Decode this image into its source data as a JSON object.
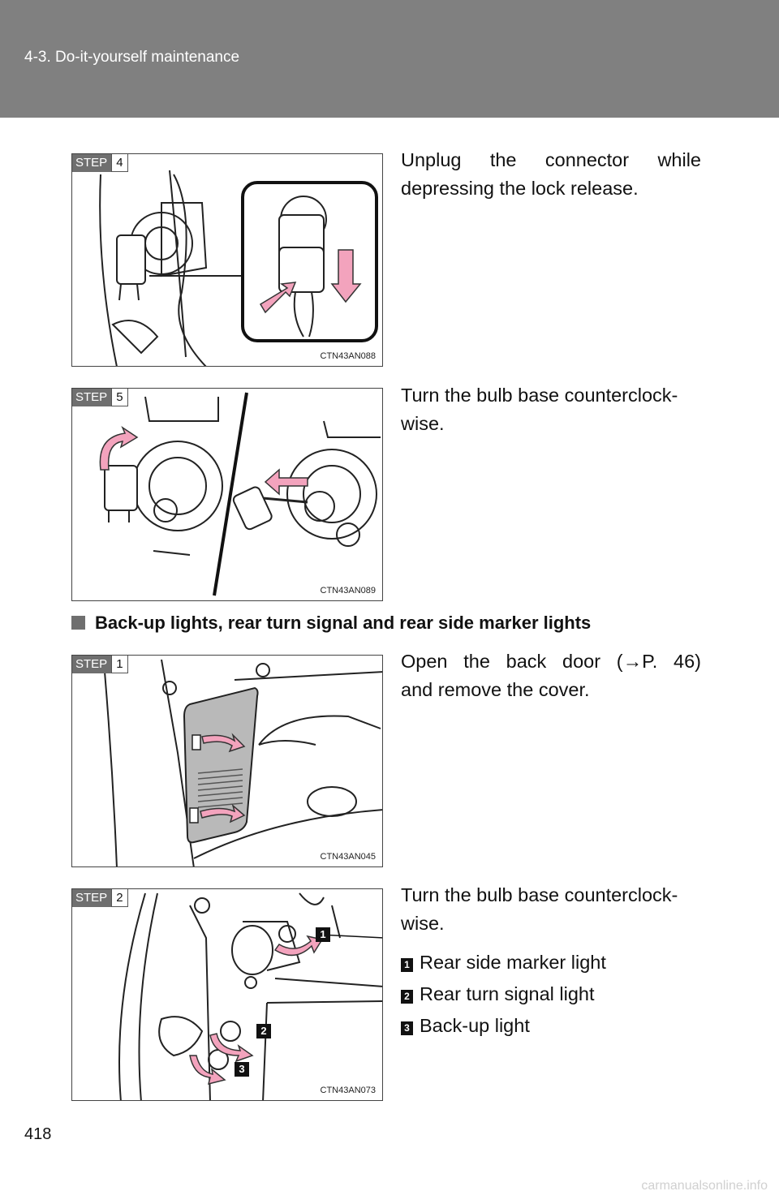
{
  "header": {
    "section": "4-3. Do-it-yourself maintenance"
  },
  "steps": [
    {
      "step_word": "STEP",
      "step_number": "4",
      "image_code": "CTN43AN088",
      "text_first": "Unplug the connector while",
      "text_last": "depressing the lock release."
    },
    {
      "step_word": "STEP",
      "step_number": "5",
      "image_code": "CTN43AN089",
      "text_first": "Turn the bulb base counterclock-",
      "text_last": "wise."
    },
    {
      "step_word": "STEP",
      "step_number": "1",
      "image_code": "CTN43AN045",
      "text_first": "Open the back door (→P. 46)",
      "text_last": "and remove the cover."
    },
    {
      "step_word": "STEP",
      "step_number": "2",
      "image_code": "CTN43AN073",
      "text_first": "Turn the bulb base counterclock-",
      "text_last": "wise."
    }
  ],
  "section_heading": "Back-up lights, rear turn signal and rear side marker lights",
  "callouts": [
    "1",
    "2",
    "3"
  ],
  "legend": [
    {
      "number": "1",
      "label": "Rear side marker light"
    },
    {
      "number": "2",
      "label": "Rear turn signal light"
    },
    {
      "number": "3",
      "label": "Back-up light"
    }
  ],
  "page_number": "418",
  "watermark": "carmanualsonline.info"
}
